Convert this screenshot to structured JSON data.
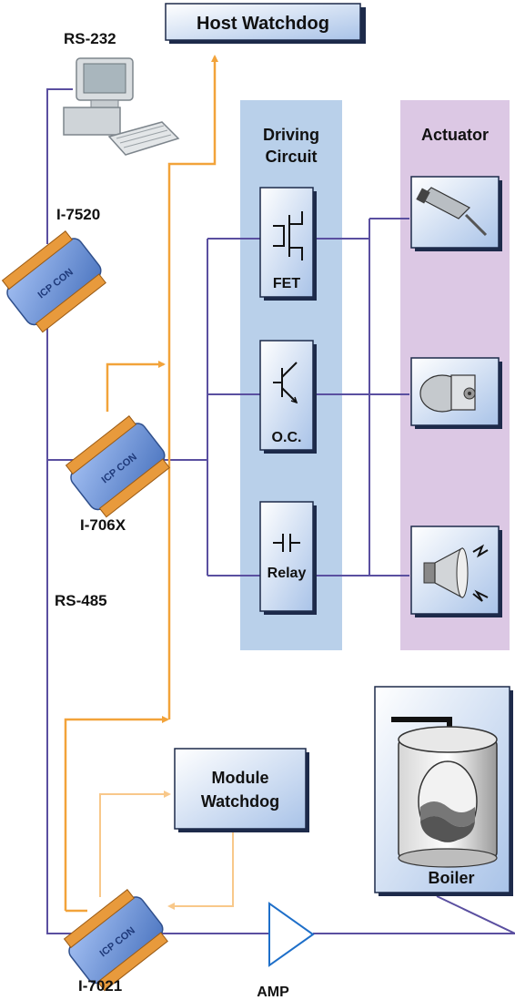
{
  "labels": {
    "host_watchdog": "Host Watchdog",
    "rs232": "RS-232",
    "rs485": "RS-485",
    "driving_circuit_line1": "Driving",
    "driving_circuit_line2": "Circuit",
    "actuator": "Actuator",
    "i7520": "I-7520",
    "i706x": "I-706X",
    "i7021": "I-7021",
    "fet": "FET",
    "oc": "O.C.",
    "relay": "Relay",
    "module_watchdog_line1": "Module",
    "module_watchdog_line2": "Watchdog",
    "boiler": "Boiler",
    "amp": "AMP",
    "module_brand": "ICP CON"
  },
  "colors": {
    "bus_line": "#5a4fa0",
    "host_watchdog_line": "#f2a33a",
    "module_watchdog_line": "#f8c88a",
    "driving_circuit_band": "#b9d0ea",
    "actuator_band": "#dcc8e4",
    "device_body": "#6f96d6",
    "terminal": "#e89a3c"
  },
  "icons": {
    "computer": "desktop-computer-icon",
    "fet": "fet-symbol-icon",
    "oc": "transistor-symbol-icon",
    "relay": "relay-contact-icon",
    "actuator_1": "linear-actuator-icon",
    "actuator_2": "motor-icon",
    "actuator_3": "siren-speaker-icon",
    "boiler": "boiler-tank-icon",
    "amp": "amplifier-triangle-icon"
  }
}
